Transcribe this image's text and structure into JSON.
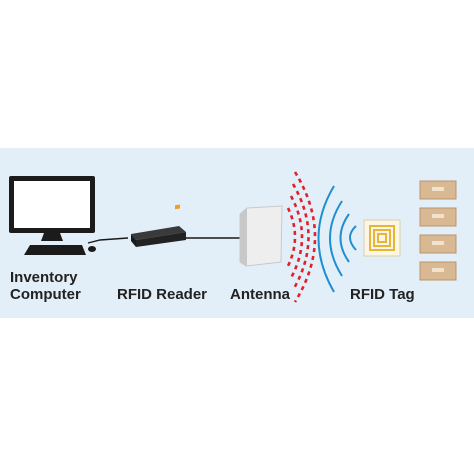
{
  "diagram": {
    "labels": {
      "computer_line1": "Inventory",
      "computer_line2": "Computer",
      "reader": "RFID Reader",
      "antenna": "Antenna",
      "tag": "RFID Tag"
    },
    "colors": {
      "background_band": "#e3eff8",
      "signal_red": "#e0202a",
      "signal_blue": "#1f8fcf",
      "tag_gold": "#e6b53a",
      "box_tan": "#d9b894"
    },
    "icons": [
      "desktop-computer-icon",
      "keyboard-icon",
      "mouse-icon",
      "rfid-reader-icon",
      "antenna-panel-icon",
      "rfid-tag-icon",
      "package-icon"
    ]
  }
}
